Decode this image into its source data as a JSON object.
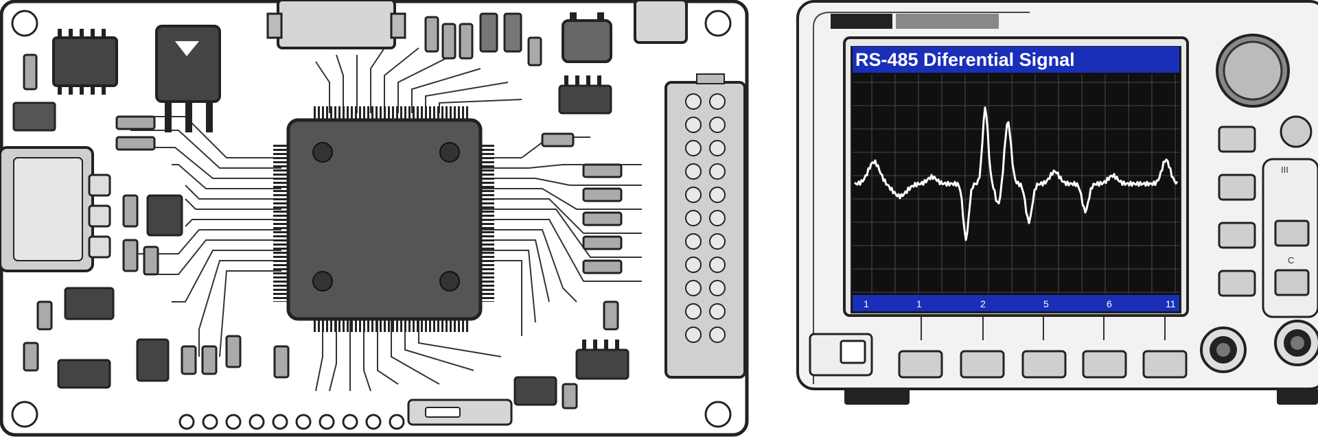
{
  "oscilloscope": {
    "title": "RS-485 Diferential Signal",
    "bottom_labels": [
      "1",
      "1",
      "2",
      "5",
      "6",
      "11"
    ],
    "side_labels": [
      "III",
      "C"
    ],
    "waveform_note": "differential waveform trace"
  },
  "board": {
    "chip_label": "",
    "header_pins": 22
  },
  "colors": {
    "outline": "#222222",
    "chip": "#555555",
    "screen_bg": "#101010",
    "screen_title_bar": "#1a2fb8",
    "trace": "#ffffff",
    "grid": "#4a4a4a",
    "button": "#cfcfcf"
  }
}
